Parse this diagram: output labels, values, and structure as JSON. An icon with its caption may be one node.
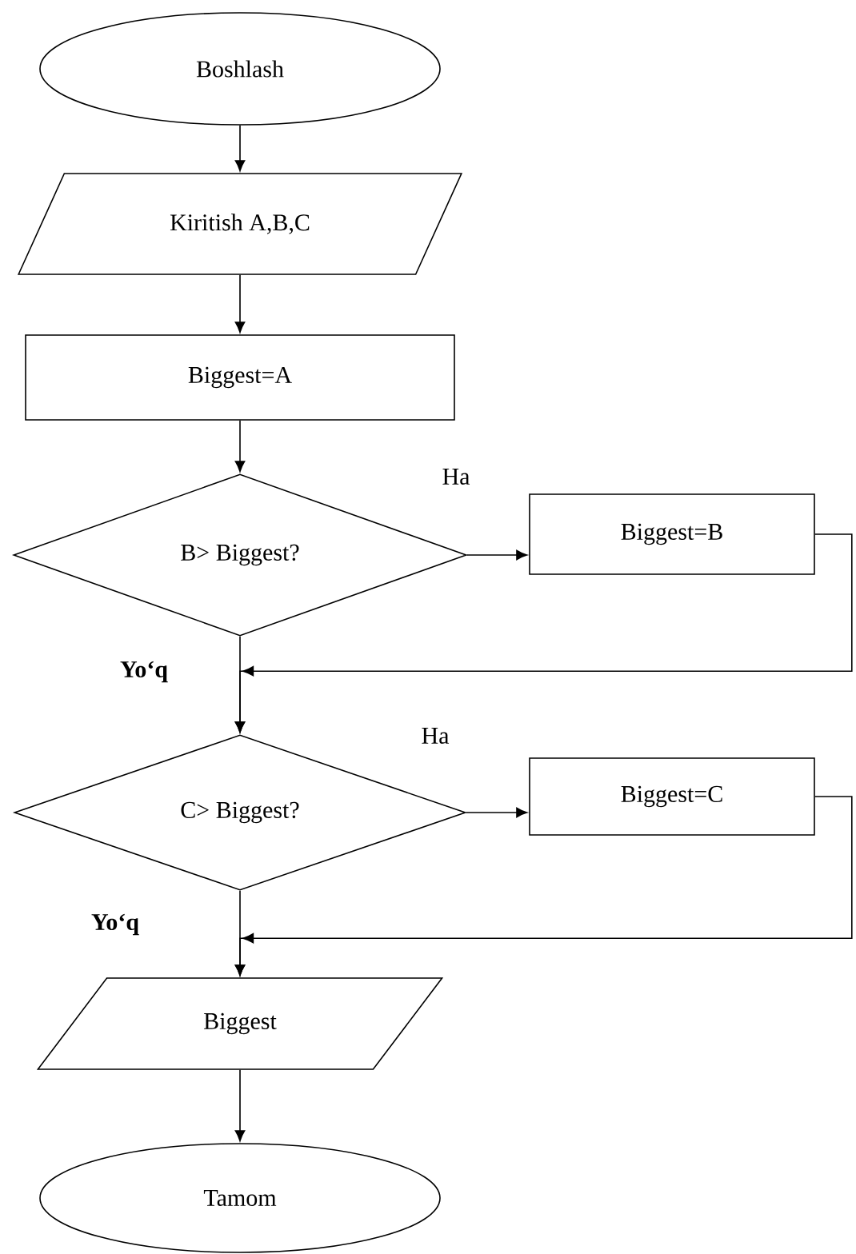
{
  "diagram": {
    "nodes": [
      {
        "text": [
          "Boshlash"
        ]
      },
      {
        "text": [
          "Kiritish A,B,C"
        ]
      },
      {
        "text": [
          "Biggest=A"
        ]
      },
      {
        "text": [
          "B> Biggest?"
        ]
      },
      {
        "text": [
          "Biggest=B"
        ]
      },
      {
        "text": [
          "C> Biggest?"
        ]
      },
      {
        "text": [
          "Biggest=C"
        ]
      },
      {
        "text": [
          "Biggest"
        ]
      },
      {
        "text": [
          "Tamom"
        ]
      }
    ],
    "edges": [
      {
        "from": 0,
        "to": 1,
        "arrow": "to"
      },
      {
        "from": 1,
        "to": 2,
        "arrow": "to"
      },
      {
        "from": 2,
        "to": 3,
        "arrow": "to"
      },
      {
        "from": 3,
        "to": 4,
        "arrow": "to",
        "label": "Ha"
      },
      {
        "from": 3,
        "to": 5,
        "arrow": "to",
        "label": "Yo‘q"
      },
      {
        "from": 4,
        "to": 5,
        "arrow": "to"
      },
      {
        "from": 5,
        "to": 6,
        "arrow": "to",
        "label": "Ha"
      },
      {
        "from": 5,
        "to": 7,
        "arrow": "to",
        "label": "Yo‘q"
      },
      {
        "from": 6,
        "to": 7,
        "arrow": "to"
      },
      {
        "from": 7,
        "to": 8,
        "arrow": "to"
      }
    ]
  }
}
